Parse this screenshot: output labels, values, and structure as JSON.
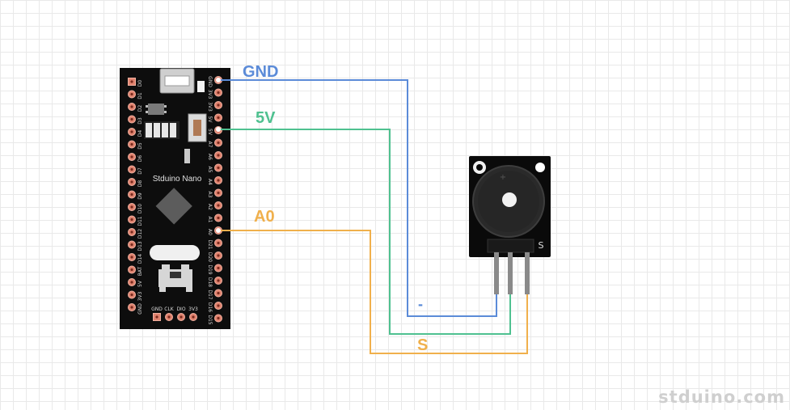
{
  "board": {
    "name": "Stduino Nano",
    "left_pins": [
      "D0",
      "D1",
      "D2",
      "D3",
      "D4",
      "D5",
      "D6",
      "D7",
      "D8",
      "D9",
      "D10",
      "D11",
      "D12",
      "D13",
      "D14",
      "BAT",
      "5V",
      "3V3",
      "GND"
    ],
    "right_pins": [
      "GND",
      "3V3",
      "3V3",
      "5V",
      "5V",
      "A7",
      "A6",
      "A5",
      "A4",
      "A3",
      "A2",
      "A1",
      "A0",
      "D21",
      "D20",
      "D19",
      "D18",
      "D17",
      "D16",
      "D15"
    ],
    "bottom_pins": [
      "GND",
      "CLK",
      "DIO",
      "3V3"
    ]
  },
  "module": {
    "pin_label": "S"
  },
  "wires": {
    "gnd": {
      "label": "GND",
      "color": "#5b8bd8"
    },
    "v5": {
      "label": "5V",
      "color": "#4fc190"
    },
    "a0": {
      "label": "A0",
      "color": "#f0b04c"
    }
  },
  "pin_labels": {
    "minus": "-",
    "signal": "S"
  },
  "watermark": "stduino.com"
}
